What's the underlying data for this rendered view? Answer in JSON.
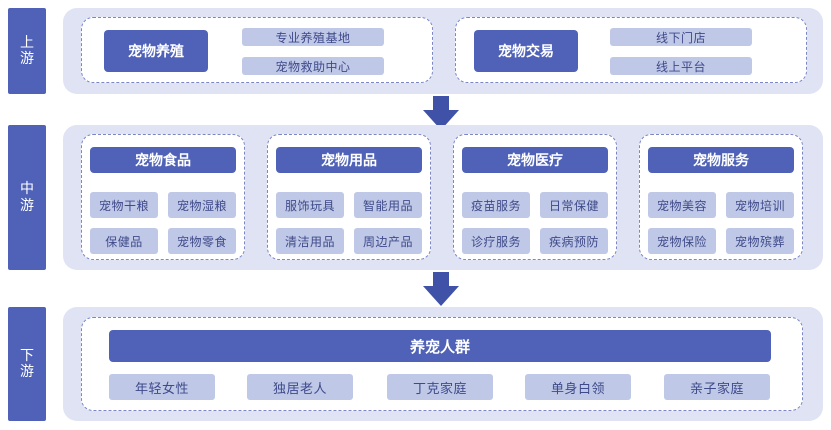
{
  "tiers": {
    "upstream": {
      "label": "上游",
      "groups": [
        {
          "title": "宠物养殖",
          "items": [
            "专业养殖基地",
            "宠物救助中心"
          ]
        },
        {
          "title": "宠物交易",
          "items": [
            "线下门店",
            "线上平台"
          ]
        }
      ]
    },
    "midstream": {
      "label": "中游",
      "groups": [
        {
          "title": "宠物食品",
          "items": [
            "宠物干粮",
            "宠物湿粮",
            "保健品",
            "宠物零食"
          ]
        },
        {
          "title": "宠物用品",
          "items": [
            "服饰玩具",
            "智能用品",
            "清洁用品",
            "周边产品"
          ]
        },
        {
          "title": "宠物医疗",
          "items": [
            "疫苗服务",
            "日常保健",
            "诊疗服务",
            "疾病预防"
          ]
        },
        {
          "title": "宠物服务",
          "items": [
            "宠物美容",
            "宠物培训",
            "宠物保险",
            "宠物殡葬"
          ]
        }
      ]
    },
    "downstream": {
      "label": "下游",
      "title": "养宠人群",
      "items": [
        "年轻女性",
        "独居老人",
        "丁克家庭",
        "单身白领",
        "亲子家庭"
      ]
    }
  },
  "colors": {
    "tag": "#4f62b8",
    "band": "#dfe3f3",
    "pill": "#bfc8e7",
    "arrow": "#3f52a8"
  }
}
